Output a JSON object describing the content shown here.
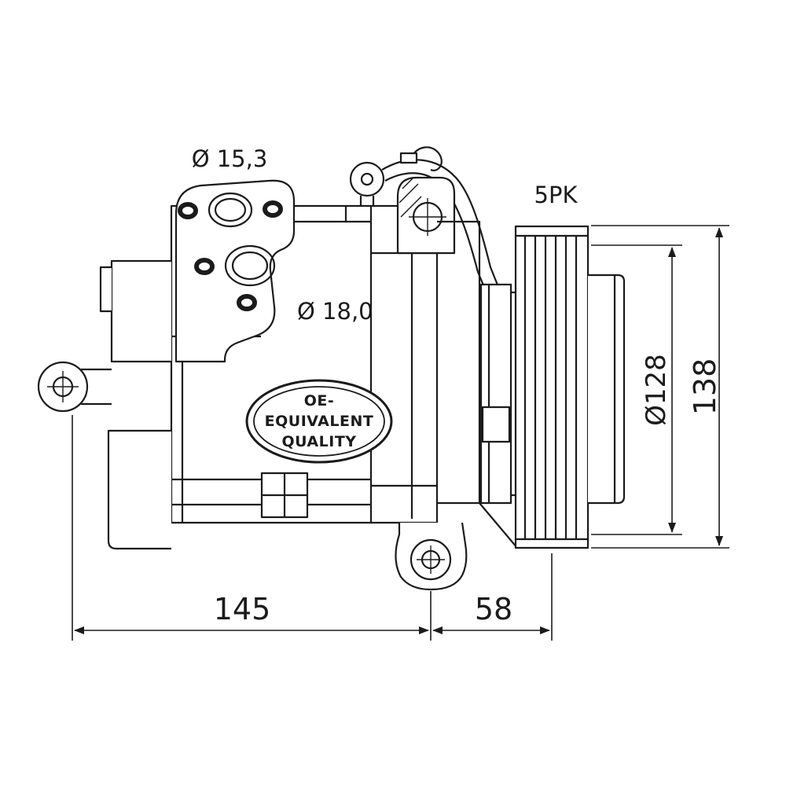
{
  "diagram": {
    "type": "technical-drawing",
    "subject": "air-conditioning compressor with clutch pulley, dimensioned line drawing",
    "colors": {
      "line": "#1b1b1b",
      "background": "#ffffff"
    },
    "labels": {
      "hole_top": "Ø 15,3",
      "hole_mid": "Ø 18,0",
      "belt": "5PK",
      "pulley_diameter": "Ø128",
      "overall_height": "138",
      "body_length": "145",
      "pulley_width": "58"
    },
    "badge": {
      "line1": "OE-",
      "line2": "EQUIVALENT",
      "line3": "QUALITY"
    }
  }
}
